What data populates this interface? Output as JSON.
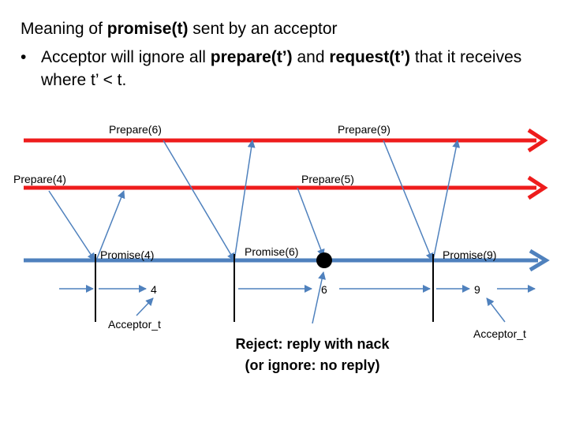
{
  "title": {
    "prefix": "Meaning of ",
    "bold1": "promise(",
    "bold2": "t",
    "bold3": ")",
    "suffix": " sent by an acceptor"
  },
  "bullet": {
    "marker": "•",
    "text1": "Acceptor will ignore all ",
    "bold1": "prepare(t’)",
    "text2": " and  ",
    "bold2": "request(t’)",
    "text3": " that it receives where t’ < t."
  },
  "labels": {
    "prepare6": "Prepare(6)",
    "prepare9": "Prepare(9)",
    "prepare4": "Prepare(4)",
    "prepare5": "Prepare(5)",
    "promise4": "Promise(4)",
    "promise6": "Promise(6)",
    "promise9": "Promise(9)",
    "t4": "4",
    "t6": "6",
    "t9": "9",
    "acceptor_t_left": "Acceptor_t",
    "acceptor_t_right": "Acceptor_t",
    "reject_line1": "Reject: reply with nack",
    "reject_line2": "(or ignore: no reply)"
  },
  "colors": {
    "red_timeline": "#ee1c1c",
    "blue_timeline": "#4f81bd",
    "message_arrow": "#4f81bd",
    "text": "#000000"
  }
}
